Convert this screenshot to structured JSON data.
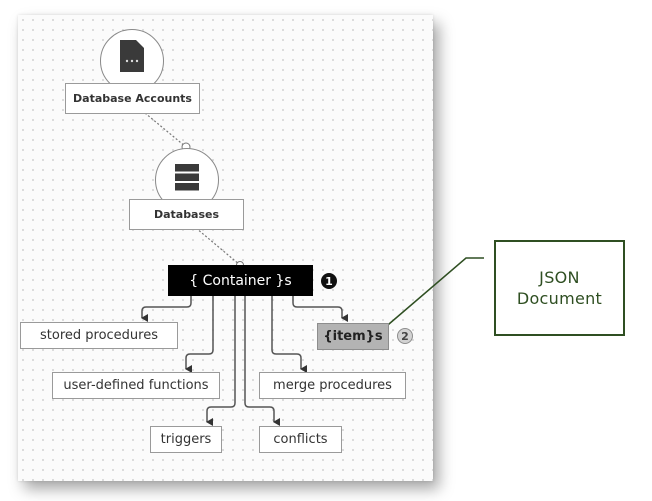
{
  "diagram": {
    "nodes": {
      "database_accounts": {
        "label": "Database Accounts",
        "icon": "document-icon"
      },
      "databases": {
        "label": "Databases",
        "icon": "database-stack-icon"
      },
      "container": {
        "label": "{ Container }s",
        "badge": "1"
      },
      "item": {
        "label": "{item}s",
        "badge": "2"
      },
      "stored_procedures": {
        "label": "stored procedures"
      },
      "user_defined_functions": {
        "label": "user-defined functions"
      },
      "merge_procedures": {
        "label": "merge procedures"
      },
      "triggers": {
        "label": "triggers"
      },
      "conflicts": {
        "label": "conflicts"
      }
    },
    "callout": {
      "line1": "JSON",
      "line2": "Document"
    },
    "colors": {
      "container_fill": "#000000",
      "item_fill": "#b3b3b3",
      "callout_border": "#2f4f22"
    }
  }
}
